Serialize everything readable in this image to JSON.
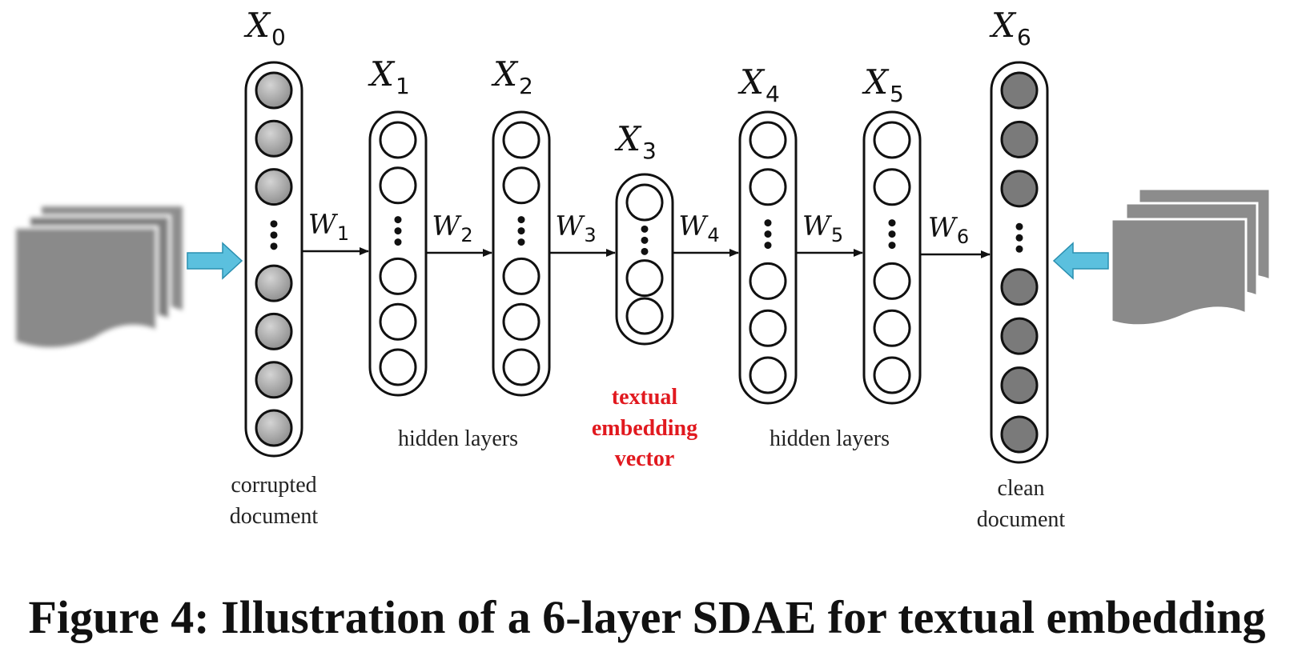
{
  "layers": [
    {
      "id": "X0",
      "var": "X",
      "sub": "0",
      "units": 7,
      "fill": "grey-gradient"
    },
    {
      "id": "X1",
      "var": "X",
      "sub": "1",
      "units": 5,
      "fill": "white"
    },
    {
      "id": "X2",
      "var": "X",
      "sub": "2",
      "units": 5,
      "fill": "white"
    },
    {
      "id": "X3",
      "var": "X",
      "sub": "3",
      "units": 3,
      "fill": "white"
    },
    {
      "id": "X4",
      "var": "X",
      "sub": "4",
      "units": 5,
      "fill": "white"
    },
    {
      "id": "X5",
      "var": "X",
      "sub": "5",
      "units": 5,
      "fill": "white"
    },
    {
      "id": "X6",
      "var": "X",
      "sub": "6",
      "units": 7,
      "fill": "dark-grey"
    }
  ],
  "weights": [
    {
      "var": "W",
      "sub": "1"
    },
    {
      "var": "W",
      "sub": "2"
    },
    {
      "var": "W",
      "sub": "3"
    },
    {
      "var": "W",
      "sub": "4"
    },
    {
      "var": "W",
      "sub": "5"
    },
    {
      "var": "W",
      "sub": "6"
    }
  ],
  "labels": {
    "hidden_left": "hidden layers",
    "hidden_right": "hidden layers",
    "embedding_line1": "textual",
    "embedding_line2": "embedding",
    "embedding_line3": "vector",
    "input_line1": "corrupted",
    "input_line2": "document",
    "output_line1": "clean",
    "output_line2": "document"
  },
  "caption": "Figure 4: Illustration of a 6-layer SDAE for textual embedding",
  "colors": {
    "arrow_fill": "#5bc0de",
    "embedding_text": "#e1191f",
    "document_grey": "#8a8a8a",
    "unit_dark": "#7a7a7a",
    "unit_light": "#b0b0b0"
  }
}
